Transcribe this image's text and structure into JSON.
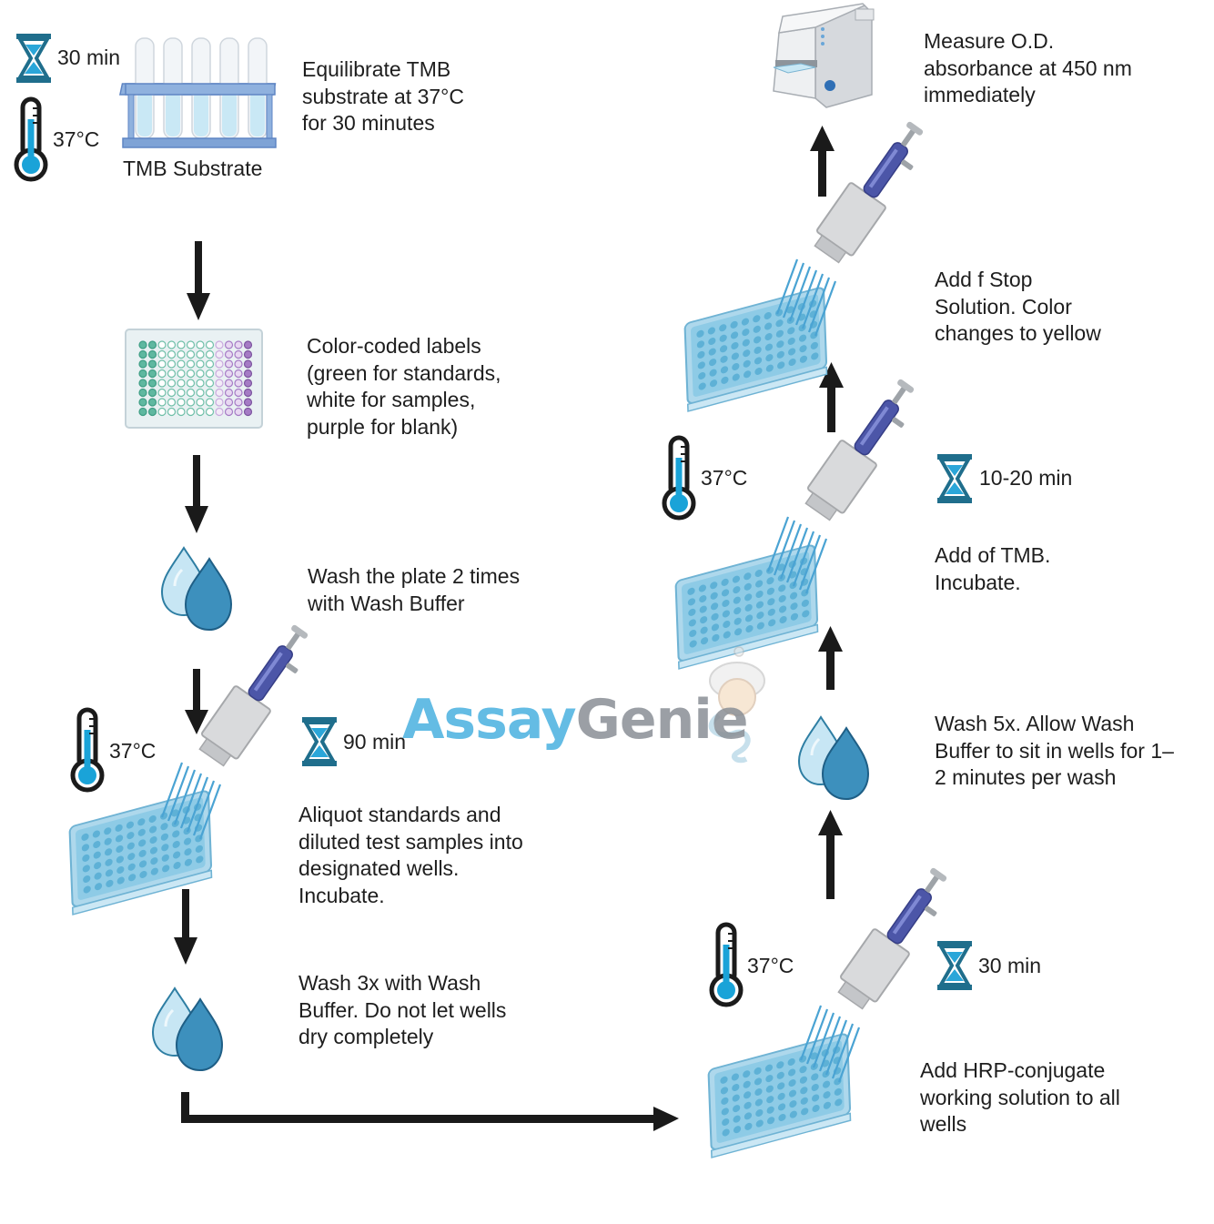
{
  "steps": {
    "equilibrate": {
      "time": "30 min",
      "temp": "37°C",
      "tube_label": "TMB Substrate",
      "text": "Equilibrate TMB\nsubstrate at 37°C\nfor 30 minutes"
    },
    "labels": {
      "text": "Color-coded labels\n(green for standards,\nwhite for samples,\npurple for blank)"
    },
    "wash_2": {
      "text": "Wash the plate 2 times\nwith Wash Buffer"
    },
    "aliquot": {
      "temp": "37°C",
      "time": "90 min",
      "text": "Aliquot standards and\ndiluted test samples into\ndesignated wells.\nIncubate."
    },
    "wash_3": {
      "text": "Wash 3x with Wash\nBuffer. Do not let wells\ndry completely"
    },
    "hrp": {
      "temp": "37°C",
      "time": "30 min",
      "text": "Add  HRP-conjugate\nworking solution to all\nwells"
    },
    "wash_5": {
      "text": "Wash 5x. Allow Wash\nBuffer to sit in wells for 1–\n2 minutes per wash"
    },
    "tmb": {
      "temp": "37°C",
      "time": "10-20 min",
      "text": "Add  of TMB.\nIncubate."
    },
    "stop": {
      "text": "Add f Stop\nSolution. Color\nchanges to yellow"
    },
    "measure": {
      "text": "Measure O.D.\nabsorbance at 450 nm\nimmediately"
    }
  },
  "watermark": {
    "part1": "Assay",
    "part2": "Genie"
  },
  "colors": {
    "arrow": "#1a1a1a",
    "icon_teal": "#1f6e8c",
    "plate": "#bfe0ef",
    "standards": "#5fb8a0",
    "blank": "#a57bc5",
    "pipette": "#4c56a8",
    "watermark_blue": "#4ab1e0",
    "watermark_gray": "#8a8f96"
  },
  "icons": [
    "hourglass-icon",
    "thermometer-icon",
    "test-tubes-icon",
    "well-plate-icon",
    "water-drops-icon",
    "multichannel-pipette-icon",
    "plate-reader-icon",
    "genie-icon"
  ]
}
